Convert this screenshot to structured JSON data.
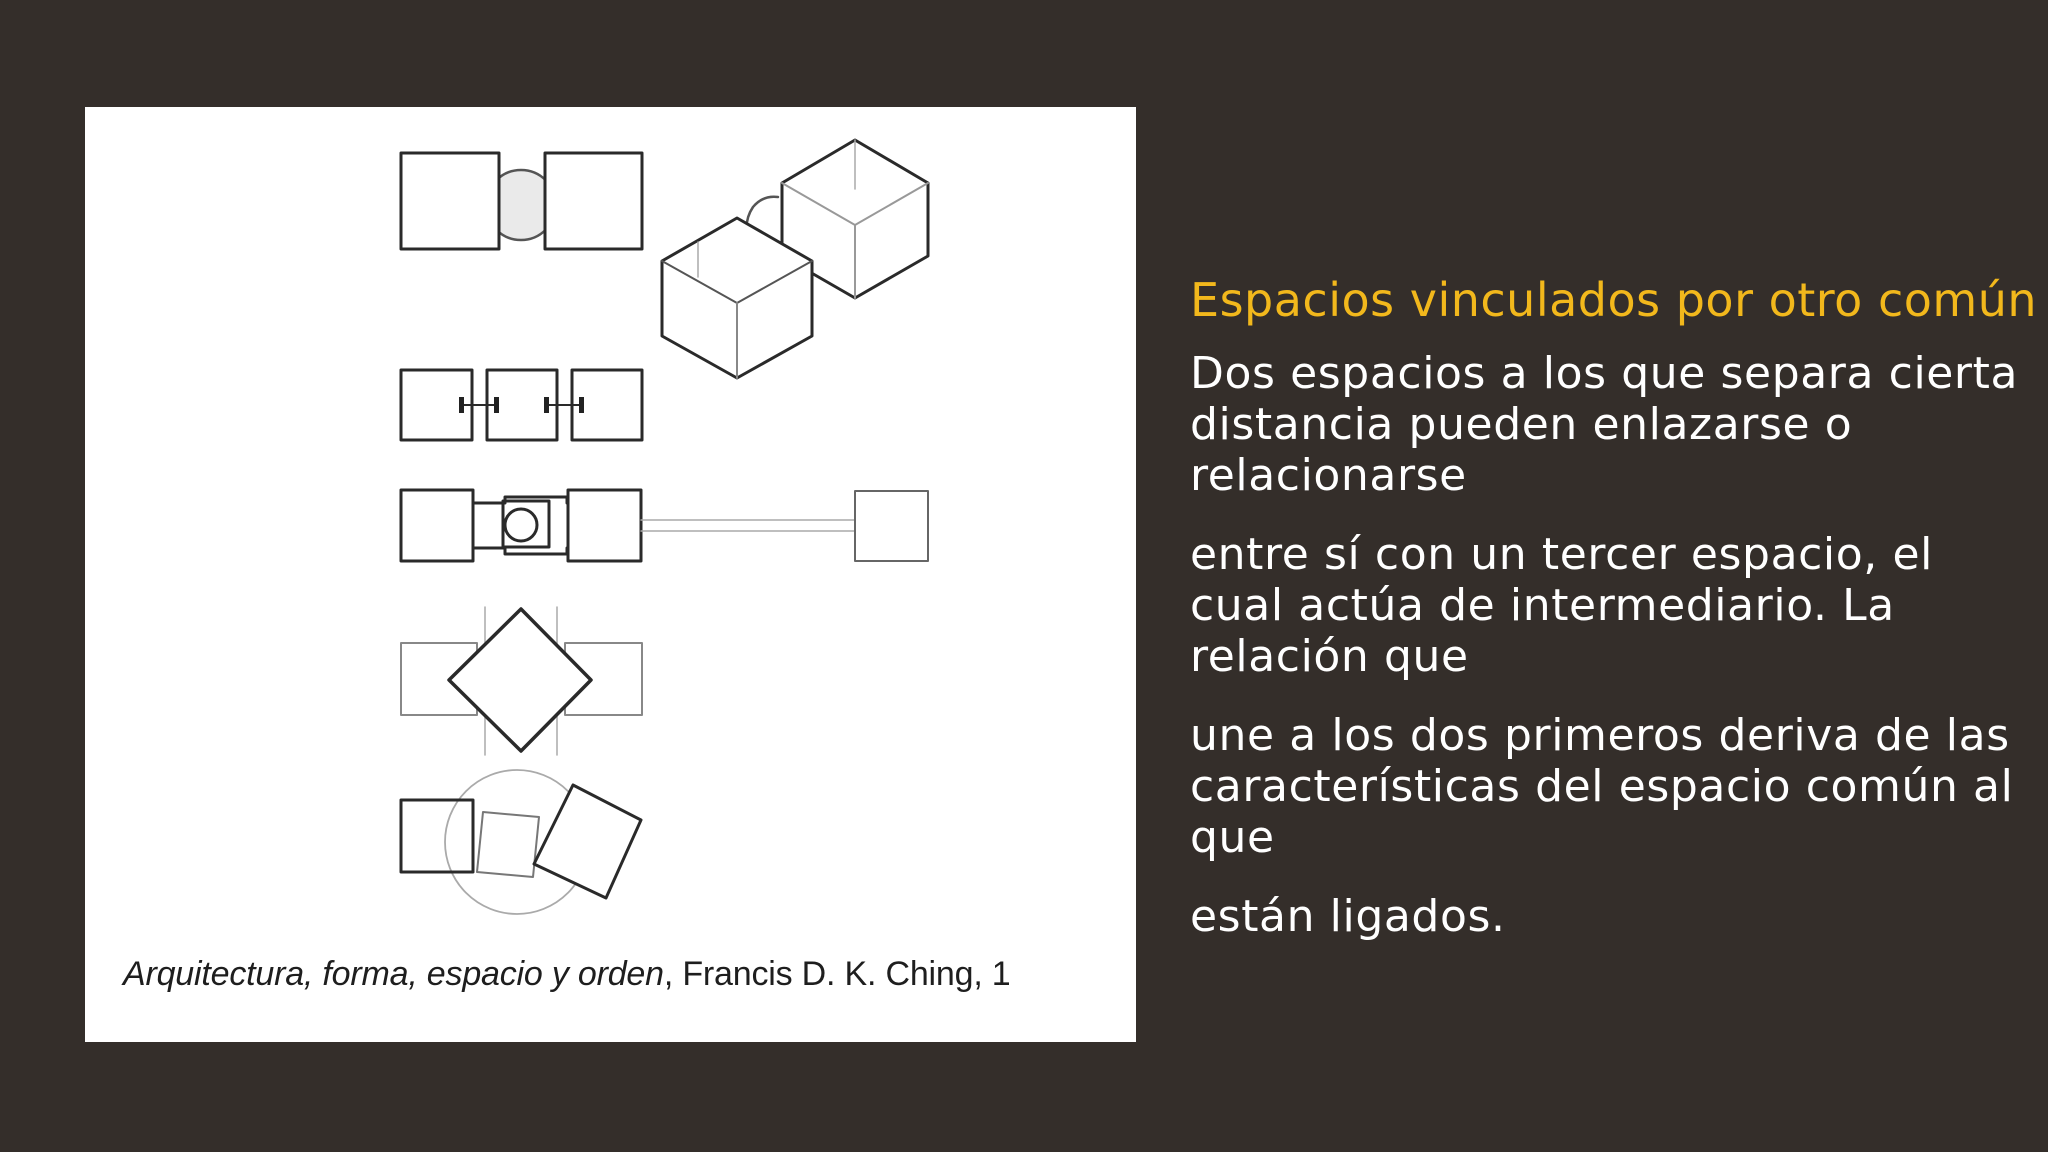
{
  "figure": {
    "caption_italic": "Arquitectura, forma, espacio y orden",
    "caption_rest": ", Francis D. K. Ching, 1"
  },
  "text": {
    "heading": "Espacios vinculados por otro común",
    "paragraphs": [
      "Dos espacios a los que separa cierta distancia pueden enlazarse o relacionarse",
      "entre sí con un tercer espacio, el cual actúa de intermediario. La relación que",
      "une a los dos primeros deriva de las características del espacio común al que",
      "están ligados."
    ]
  },
  "colors": {
    "background": "#342e2a",
    "heading": "#f2b81c",
    "body_text": "#ffffff",
    "figure_background": "#ffffff"
  }
}
